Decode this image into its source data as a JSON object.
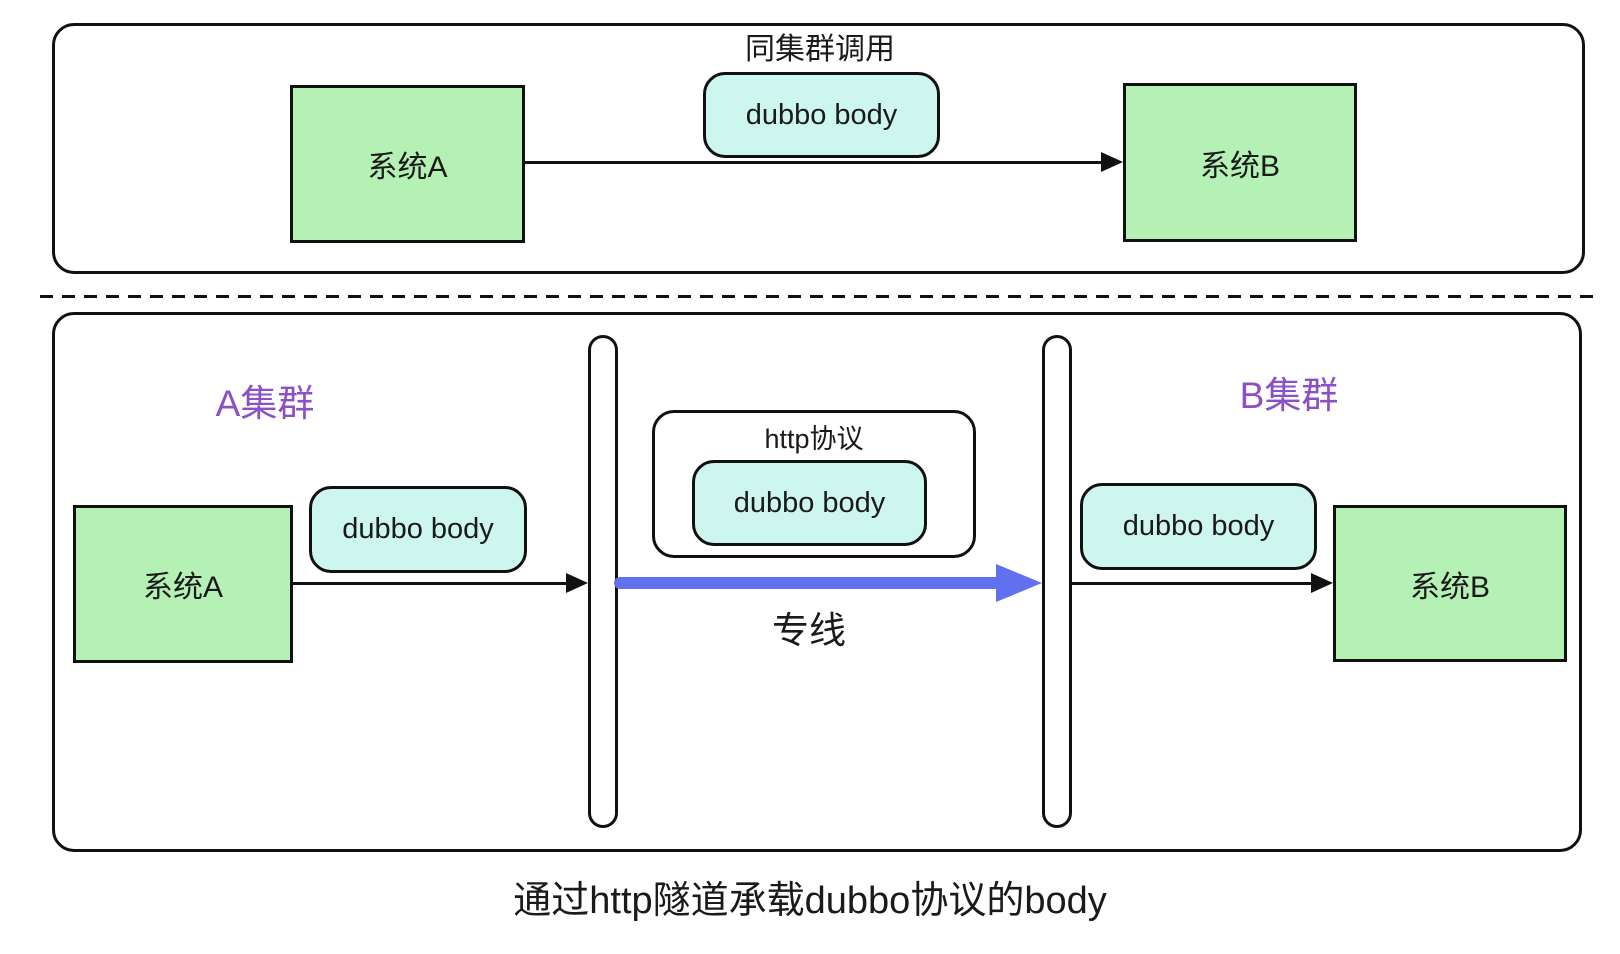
{
  "top_section": {
    "title": "同集群调用",
    "system_a_label": "系统A",
    "system_b_label": "系统B",
    "dubbo_body_label": "dubbo body"
  },
  "bottom_section": {
    "cluster_a_label": "A集群",
    "cluster_b_label": "B集群",
    "system_a_label": "系统A",
    "system_b_label": "系统B",
    "dubbo_body_left_label": "dubbo body",
    "http_box": {
      "title": "http协议",
      "dubbo_body_label": "dubbo body"
    },
    "dubbo_body_right_label": "dubbo body",
    "dedicated_line_label": "专线"
  },
  "caption": "通过http隧道承载dubbo协议的body",
  "colors": {
    "system_box_green": "#b5f1b5",
    "dubbo_pill_cyan": "#cdf6ee",
    "cluster_label_purple": "#8b4fc8",
    "dedicated_line_blue": "#6170ee",
    "stroke_black": "#111111"
  }
}
